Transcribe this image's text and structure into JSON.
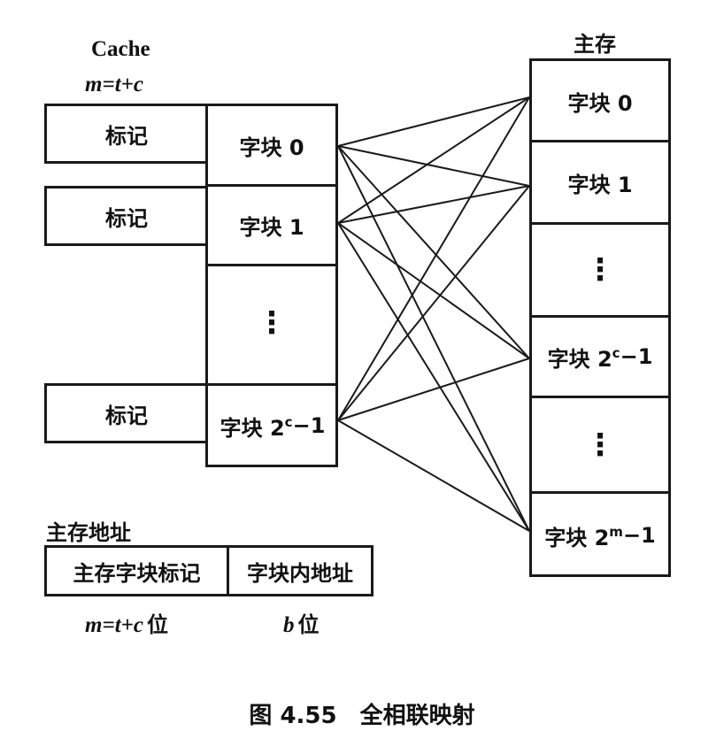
{
  "cache": {
    "title": "Cache",
    "formula": "m=t+c",
    "tag_label": "标记",
    "blocks": [
      "字块 0",
      "字块 1"
    ],
    "last_block": {
      "prefix": "字块 2",
      "sup": "c",
      "suffix": "−1"
    },
    "ellipsis": "⋮"
  },
  "memory": {
    "title": "主存",
    "blocks": [
      "字块 0",
      "字块 1"
    ],
    "mid_block": {
      "prefix": "字块 2",
      "sup": "c",
      "suffix": "−1"
    },
    "last_block": {
      "prefix": "字块 2",
      "sup": "m",
      "suffix": "−1"
    },
    "ellipsis": "⋮"
  },
  "address": {
    "title": "主存地址",
    "fields": [
      "主存字块标记",
      "字块内地址"
    ],
    "bits": [
      {
        "expr": "m=t+c",
        "unit": "位"
      },
      {
        "expr": "b",
        "unit": "位"
      }
    ]
  },
  "caption": "图 4.55　全相联映射"
}
